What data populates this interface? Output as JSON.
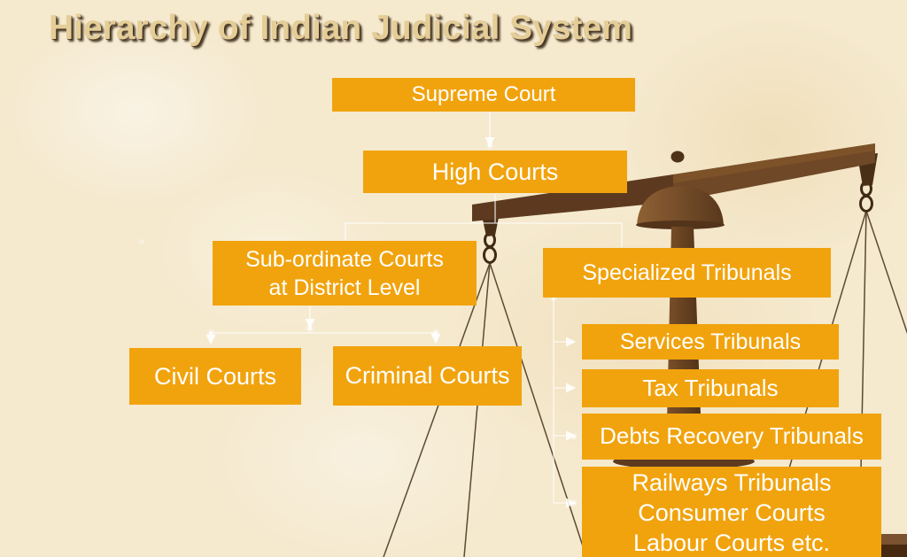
{
  "slide": {
    "title": "Hierarchy of Indian Judicial System"
  },
  "nodes": {
    "supreme": {
      "label": "Supreme Court"
    },
    "high": {
      "label": "High Courts"
    },
    "subordinate": {
      "lines": [
        "Sub-ordinate Courts",
        "at District Level"
      ]
    },
    "civil": {
      "label": "Civil Courts"
    },
    "criminal": {
      "label": "Criminal Courts"
    },
    "specialized": {
      "label": "Specialized Tribunals"
    },
    "services": {
      "label": "Services Tribunals"
    },
    "tax": {
      "label": "Tax Tribunals"
    },
    "debts": {
      "label": "Debts Recovery Tribunals"
    },
    "other_tribunals": {
      "lines": [
        "Railways Tribunals",
        "Consumer Courts",
        "Labour Courts etc."
      ]
    }
  },
  "hierarchy": {
    "edges": [
      {
        "from": "Supreme Court",
        "to": "High Courts"
      },
      {
        "from": "High Courts",
        "to": "Sub-ordinate Courts at District Level"
      },
      {
        "from": "High Courts",
        "to": "Specialized Tribunals"
      },
      {
        "from": "Sub-ordinate Courts at District Level",
        "to": "Civil Courts"
      },
      {
        "from": "Sub-ordinate Courts at District Level",
        "to": "Criminal Courts"
      },
      {
        "from": "Specialized Tribunals",
        "to": "Services Tribunals"
      },
      {
        "from": "Specialized Tribunals",
        "to": "Tax Tribunals"
      },
      {
        "from": "Specialized Tribunals",
        "to": "Debts Recovery Tribunals"
      },
      {
        "from": "Specialized Tribunals",
        "to": "Railways Tribunals, Consumer Courts, Labour Courts etc."
      }
    ]
  },
  "icons": {
    "balance_scale_icon": "balance-scale"
  },
  "colors": {
    "box_fill": "#F1A30D",
    "box_text": "#FFFFFF",
    "background": "#F5E9CE",
    "title_text": "#E4CD97",
    "scale_brown": "#6B4423",
    "connector_line": "#FFFFFF"
  }
}
